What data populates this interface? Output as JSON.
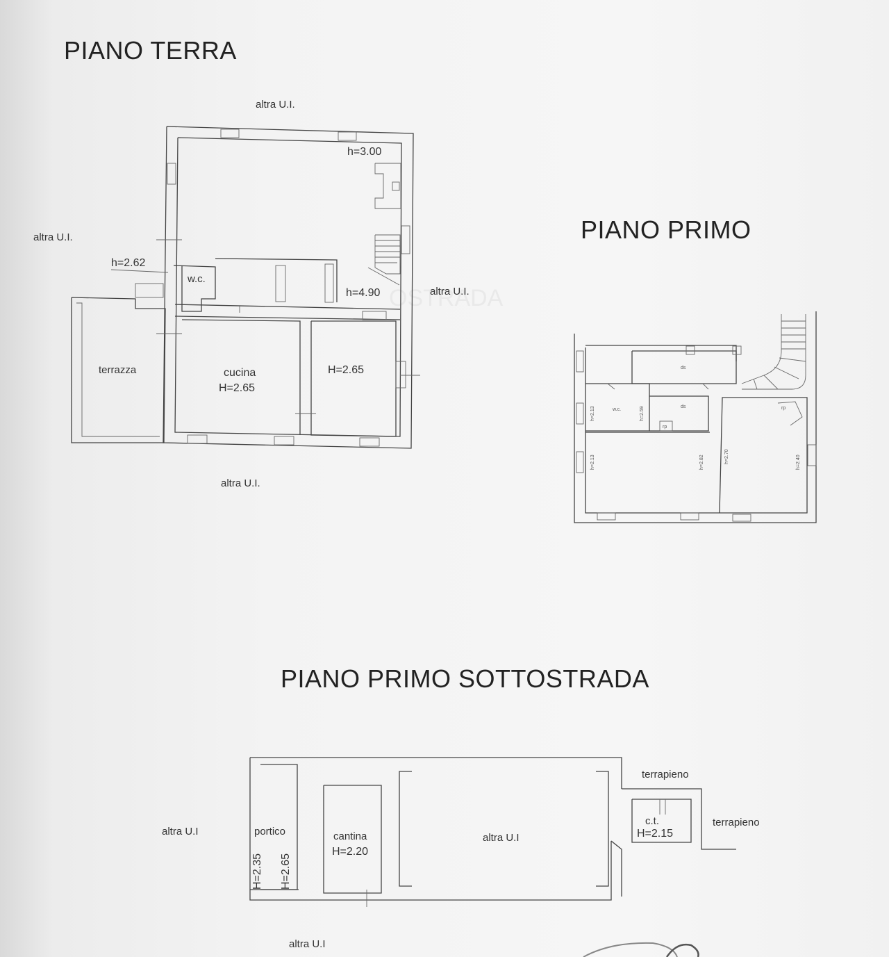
{
  "titles": {
    "ground": "PIANO TERRA",
    "first": "PIANO PRIMO",
    "basement": "PIANO PRIMO SOTTOSTRADA"
  },
  "ground_floor": {
    "neighbor_top": "altra U.I.",
    "neighbor_left": "altra U.I.",
    "neighbor_right": "altra U.I.",
    "neighbor_bottom": "altra U.I.",
    "height_main": "h=3.00",
    "height_entry": "h=2.62",
    "height_stair": "h=4.90",
    "wc": "w.c.",
    "terrace": "terrazza",
    "kitchen": "cucina",
    "kitchen_height": "H=2.65",
    "room_height": "H=2.65"
  },
  "first_floor": {
    "labels": [
      "ds",
      "w.c.",
      "ds",
      "rp",
      "rp"
    ],
    "heights": [
      "h=2.13",
      "h=2.59",
      "h=2.13",
      "h=2.82",
      "h=2.70",
      "h=2.40"
    ]
  },
  "basement": {
    "neighbor_left": "altra U.I",
    "neighbor_center": "altra U.I",
    "neighbor_bottom": "altra U.I",
    "earth_top": "terrapieno",
    "earth_right": "terrapieno",
    "portico": "portico",
    "portico_h1": "H=2.35",
    "portico_h2": "H=2.65",
    "cellar": "cantina",
    "cellar_height": "H=2.20",
    "boiler": "c.t.",
    "boiler_height": "H=2.15"
  }
}
